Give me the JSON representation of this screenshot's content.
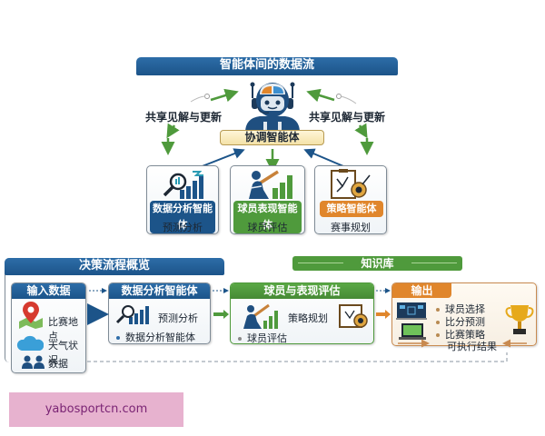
{
  "top": {
    "title": "智能体间的数据流",
    "coordinator_label": "协调智能体",
    "share_left": "共享见解与更新",
    "share_right": "共享见解与更新",
    "agents": [
      {
        "name": "数据分析智能体",
        "sub": "预测分析",
        "color": "#1c5489"
      },
      {
        "name": "球员表现智能体",
        "sub": "球员评估",
        "color": "#4f9a3c"
      },
      {
        "name": "策略智能体",
        "sub": "赛事规划",
        "color": "#e0862c"
      }
    ]
  },
  "bottom": {
    "title": "决策流程概览",
    "knowledge_base": "知识库",
    "input": {
      "header": "输入数据",
      "items": [
        "比赛地点",
        "天气状况",
        "数据"
      ]
    },
    "analysis": {
      "header": "数据分析智能体",
      "label": "预测分析",
      "bullet": "数据分析智能体"
    },
    "evaluation": {
      "header": "球员与表现评估",
      "label": "策略规划",
      "bullet": "球员评估"
    },
    "output": {
      "header": "输出",
      "items": [
        "球员选择",
        "比分预测",
        "比赛策略"
      ],
      "footer": "可执行结果"
    }
  },
  "colors": {
    "blue": "#1c5489",
    "green": "#4f9a3c",
    "orange": "#e0862c",
    "coordinator_bg": "#fbefc8"
  },
  "watermark": "yabosportcn.com"
}
